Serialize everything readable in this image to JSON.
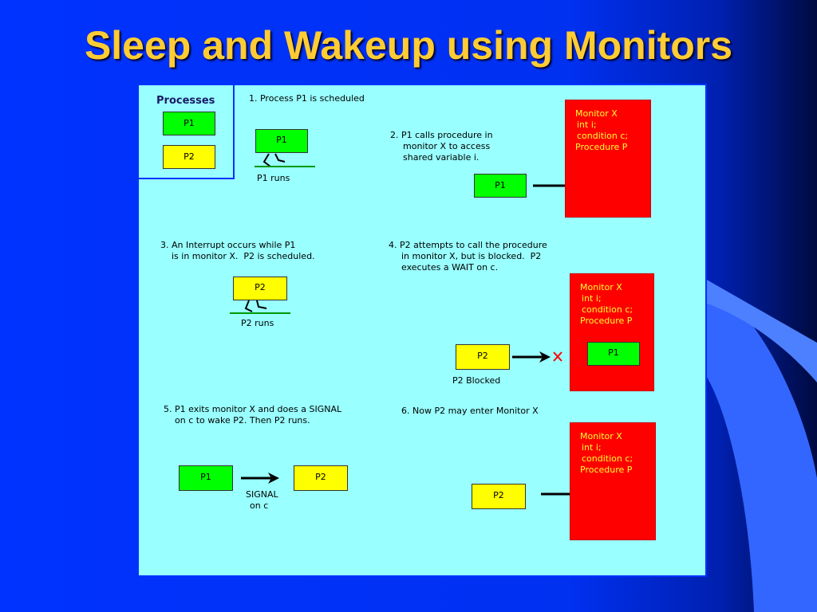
{
  "slide": {
    "title": "Sleep and Wakeup using Monitors"
  },
  "legend": {
    "title": "Processes",
    "p1": "P1",
    "p2": "P2"
  },
  "steps": {
    "s1": {
      "text": "1. Process P1 is scheduled",
      "box": "P1",
      "caption": "P1 runs"
    },
    "s2": {
      "line1": "2. P1 calls procedure in",
      "line2": "monitor X to access",
      "line3": "shared variable i.",
      "box": "P1"
    },
    "s3": {
      "line1": "3. An Interrupt occurs while P1",
      "line2": "is in monitor X.  P2 is scheduled.",
      "box": "P2",
      "caption": "P2 runs"
    },
    "s4": {
      "line1": "4. P2 attempts to call the procedure",
      "line2": "in monitor X, but is blocked.  P2",
      "line3": "executes a WAIT on c.",
      "box_waiting": "P2",
      "box_inside": "P1",
      "caption": "P2 Blocked"
    },
    "s5": {
      "line1": "5. P1 exits monitor X and does a SIGNAL",
      "line2": "on c to wake P2. Then P2 runs.",
      "box_left": "P1",
      "box_right": "P2",
      "signal1": "SIGNAL",
      "signal2": "on c"
    },
    "s6": {
      "text": "6. Now P2 may enter Monitor X",
      "box": "P2"
    }
  },
  "monitor": {
    "line1": "Monitor X",
    "line2": "int i;",
    "line3": "condition c;",
    "line4": "Procedure P"
  },
  "colors": {
    "green": "#00ff00",
    "yellow": "#ffff00",
    "monitor_red": "#ff0000",
    "monitor_text": "#ffff33",
    "panel": "#99ffff",
    "title": "#ffcc33",
    "blocked_x": "#ff0000"
  }
}
